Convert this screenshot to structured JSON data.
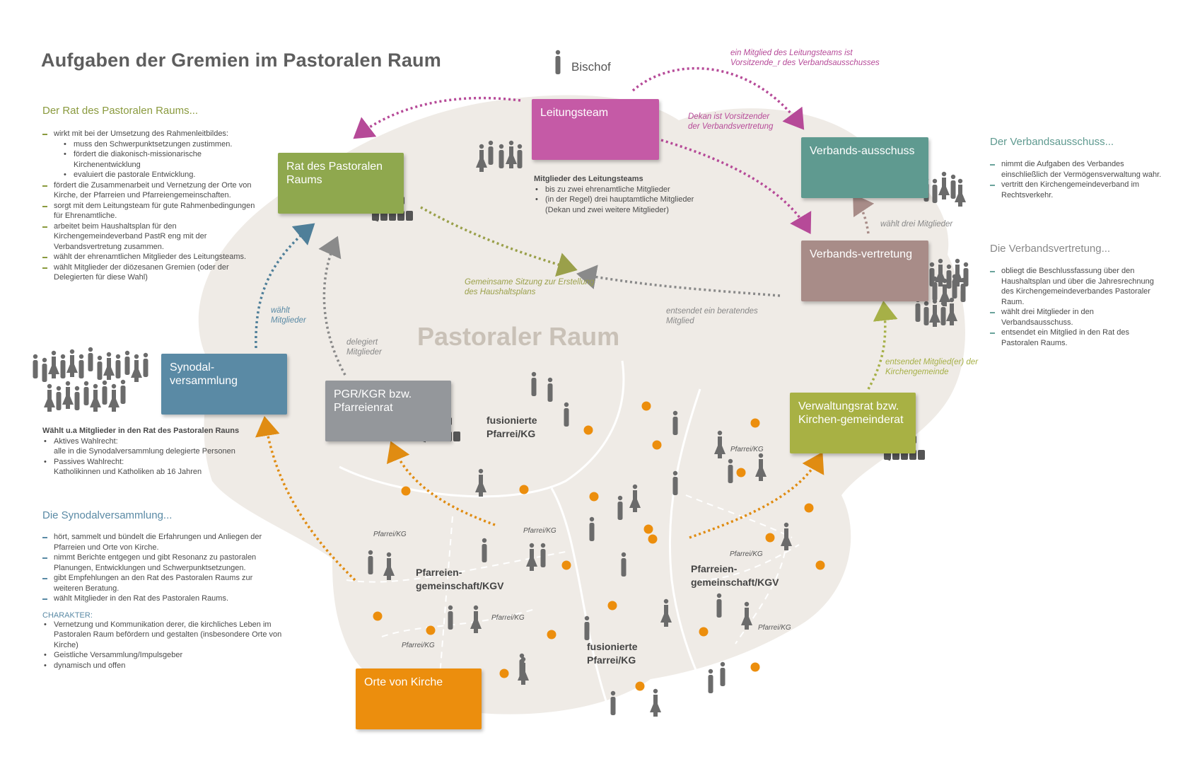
{
  "title": "Aufgaben der Gremien im Pastoralen Raum",
  "center_label": "Pastoraler Raum",
  "bischof": "Bischof",
  "boxes": {
    "leitungsteam": "Leitungsteam",
    "rat": "Rat des Pastoralen Raums",
    "verbandsausschuss": "Verbands-ausschuss",
    "verbandsvertretung": "Verbands-vertretung",
    "synodal": "Synodal-versammlung",
    "pgr": "PGR/KGR bzw. Pfarreienrat",
    "verwaltungsrat": "Verwaltungsrat bzw. Kirchen-gemeinderat",
    "orte": "Orte von Kirche"
  },
  "rat_section": {
    "heading": "Der Rat des Pastoralen Raums...",
    "item1": "wirkt mit bei der Umsetzung des Rahmenleitbildes:",
    "sub1": "muss den Schwerpunktsetzungen zustimmen.",
    "sub2": "fördert die diakonisch-missionarische Kirchenentwicklung",
    "sub3": "evaluiert die pastorale Entwicklung.",
    "item2": "fördert die Zusammenarbeit und Vernetzung der Orte von Kirche, der Pfarreien und Pfarreiengemeinschaften.",
    "item3": "sorgt mit dem Leitungsteam für gute Rahmenbedingungen für Ehrenamtliche.",
    "item4": "arbeitet beim Haushaltsplan für den Kirchengemeindeverband PastR eng mit der Verbandsvertretung zusammen.",
    "item5": "wählt der ehrenamtlichen Mitglieder des Leitungsteams.",
    "item6": "wählt Mitglieder der diözesanen Gremien (oder der Delegierten für diese Wahl)"
  },
  "leitungsteam_members": {
    "heading": "Mitglieder des Leitungsteams",
    "item1": "bis zu zwei ehrenamtliche Mitglieder",
    "item2": "(in der Regel) drei hauptamtliche Mitglieder (Dekan und zwei weitere Mitglieder)"
  },
  "verbandsausschuss_section": {
    "heading": "Der Verbandsausschuss...",
    "item1": "nimmt die Aufgaben des Verbandes einschließlich der Vermögensverwaltung wahr.",
    "item2": "vertritt den Kirchengemeindeverband im Rechtsverkehr."
  },
  "verbandsvertretung_section": {
    "heading": "Die Verbandsvertretung...",
    "item1": "obliegt die Beschlussfassung über den Haushaltsplan und über die Jahresrechnung des Kirchengemeindeverbandes Pastoraler Raum.",
    "item2": "wählt drei Mitglieder in den Verbandsausschuss.",
    "item3": "entsendet ein Mitglied in den Rat des Pastoralen Raums."
  },
  "synodal_wahl": {
    "heading": "Wählt u.a Mitglieder in den Rat des Pastoralen Rauns",
    "item1_title": "Aktives Wahlrecht:",
    "item1_text": "alle in die Synodalversammlung delegierte Personen",
    "item2_title": "Passives Wahlrecht:",
    "item2_text": "Katholikinnen und Katholiken ab 16 Jahren"
  },
  "synodal_section": {
    "heading": "Die Synodalversammlung...",
    "item1": "hört, sammelt und bündelt die Erfahrungen und Anliegen der Pfarreien und Orte von Kirche.",
    "item2": "nimmt Berichte entgegen und gibt Resonanz zu pastoralen Planungen, Entwicklungen und Schwerpunktsetzungen.",
    "item3": "gibt Empfehlungen an den Rat des Pastoralen Raums zur weiteren Beratung.",
    "item4": "wählt Mitglieder in den Rat des Pastoralen Raums.",
    "charakter_heading": "CHARAKTER:",
    "char1": "Vernetzung und Kommunikation derer, die kirchliches Leben im Pastoralen Raum befördern und gestalten (insbesondere Orte von Kirche)",
    "char2": "Geistliche Versammlung/Impulsgeber",
    "char3": "dynamisch und offen"
  },
  "arrow_labels": {
    "mitglied_leitungsteam": "ein Mitglied des Leitungsteams ist Vorsitzende_r des Verbandsausschusses",
    "dekan": "Dekan ist Vorsitzender der Verbandsvertretung",
    "waehlt_drei": "wählt drei Mitglieder",
    "gemeinsame_sitzung": "Gemeinsame Sitzung zur Erstellung des Haushaltsplans",
    "entsendet_beratend": "entsendet ein beratendes Mitglied",
    "waehlt_mitglieder": "wählt Mitglieder",
    "delegiert": "delegiert Mitglieder",
    "entsendet_kg": "entsendet Mitglied(er) der Kirchengemeinde"
  },
  "areas": {
    "fusioniert1": "fusionierte Pfarrei/KG",
    "fusioniert2": "fusionierte Pfarrei/KG",
    "pg_left": "Pfarreien-gemeinschaft/KGV",
    "pg_right": "Pfarreien-gemeinschaft/KGV",
    "pfarrei_kg": "Pfarrei/KG"
  },
  "colors": {
    "leitungsteam": "#c55aa6",
    "rat": "#8fa84e",
    "verbandsausschuss": "#5f9a90",
    "verbandsvertretung": "#a88c88",
    "synodal": "#5a8aa5",
    "pgr": "#94979b",
    "verwaltungsrat": "#a8b144",
    "orte": "#ec8e0d",
    "blob": "#efebe6",
    "people": "#6b6b6b",
    "dots": "#ec8e0d"
  }
}
